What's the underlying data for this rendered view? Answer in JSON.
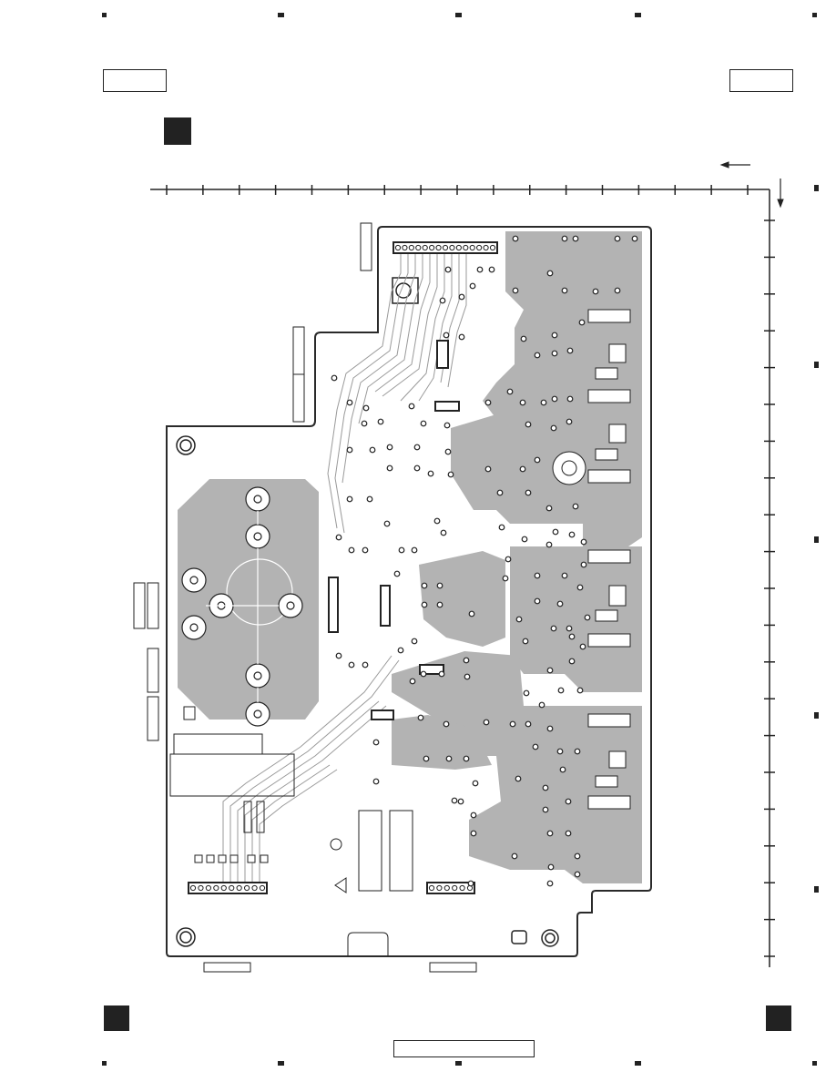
{
  "page": {
    "type": "pcb-foil-pattern",
    "colors": {
      "board_fill": "#b3b3b3",
      "outline": "#2a2a2a",
      "trace": "#ffffff",
      "frame": "#222222"
    },
    "scale": {
      "top_ticks": 16,
      "right_ticks": 20
    },
    "corner_marks": [
      "upper-left-block",
      "lower-left-block",
      "lower-right-block"
    ]
  }
}
